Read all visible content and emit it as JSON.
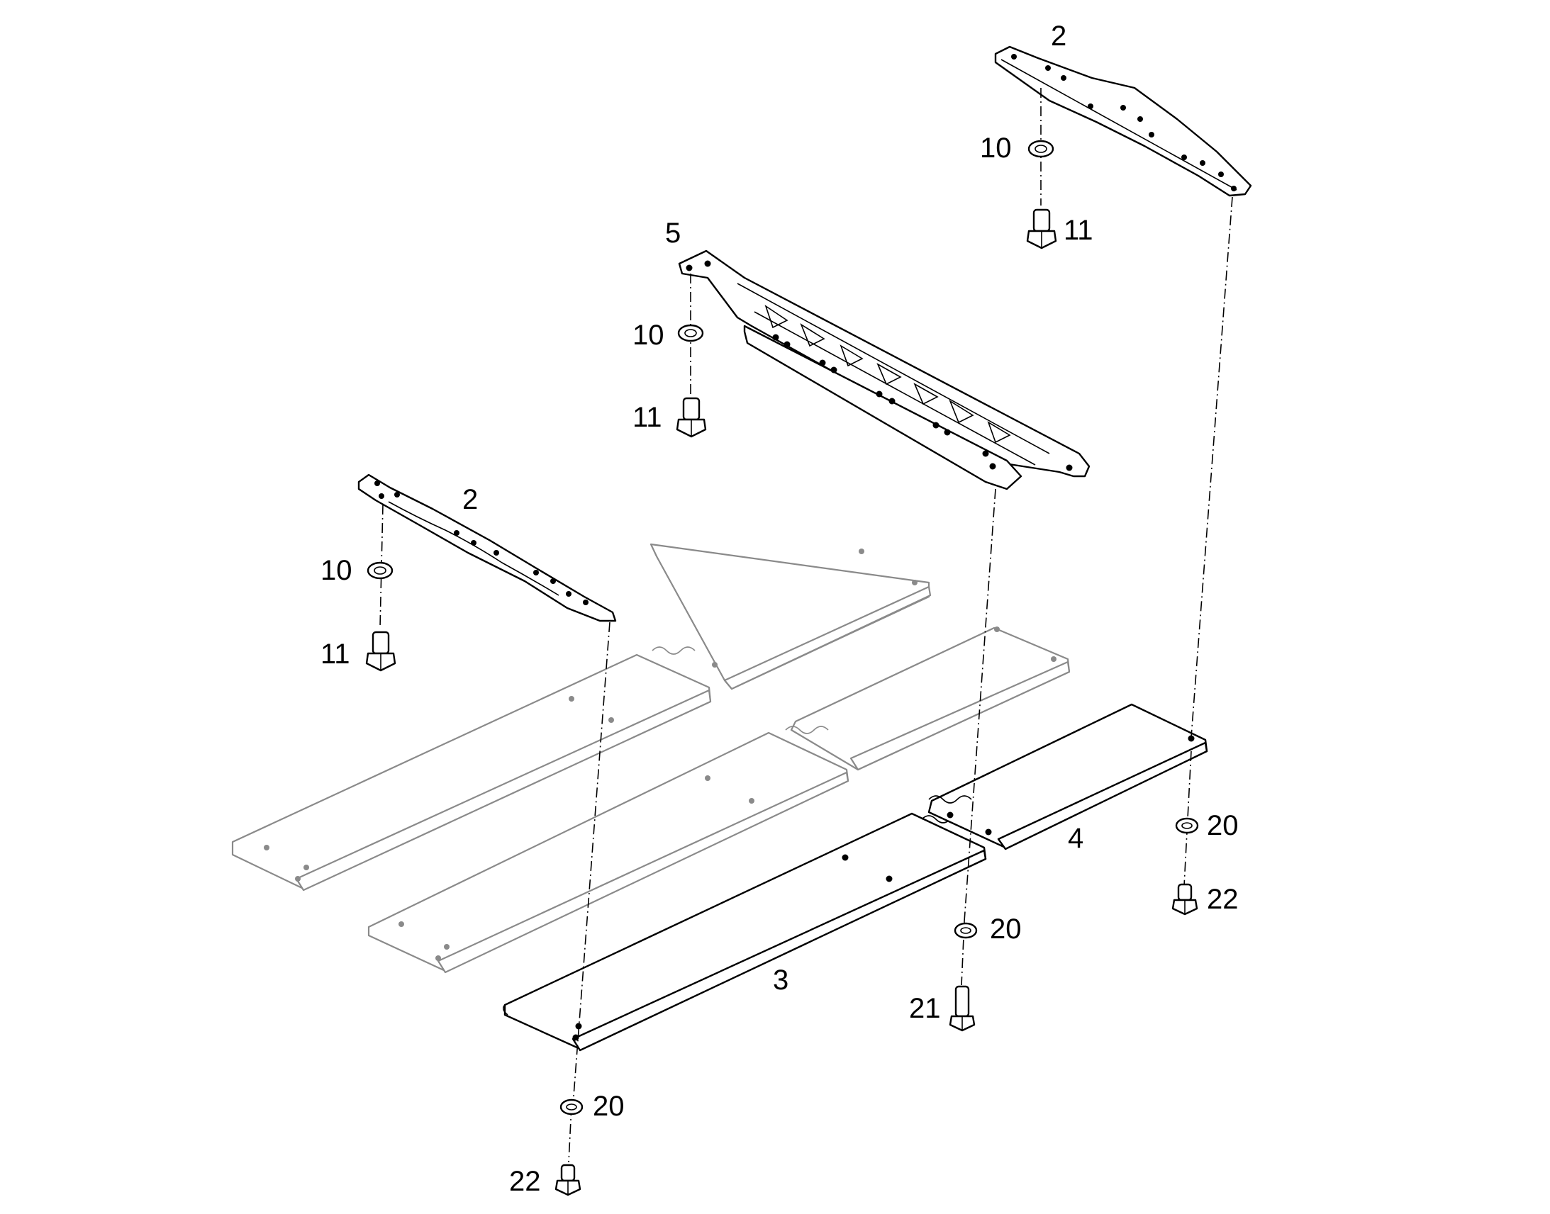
{
  "callouts": {
    "c2_top": "2",
    "c10_top": "10",
    "c11_top": "11",
    "c5": "5",
    "c10_mid": "10",
    "c11_mid": "11",
    "c2_left": "2",
    "c10_left": "10",
    "c11_left": "11",
    "c20_right": "20",
    "c22_right": "22",
    "c4": "4",
    "c20_mid": "20",
    "c21": "21",
    "c3": "3",
    "c20_bottom": "20",
    "c22_bottom": "22"
  }
}
